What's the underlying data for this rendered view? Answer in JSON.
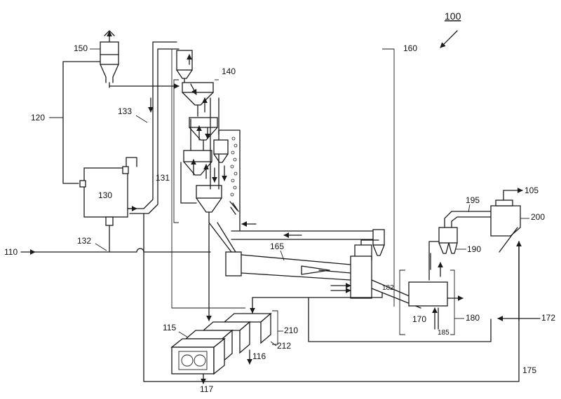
{
  "figure": {
    "ref_main": "100",
    "labels": {
      "l105": "105",
      "l110": "110",
      "l115": "115",
      "l116": "116",
      "l117": "117",
      "l120": "120",
      "l130": "130",
      "l131": "131",
      "l132": "132",
      "l133": "133",
      "l140": "140",
      "l150": "150",
      "l160": "160",
      "l165": "165",
      "l170": "170",
      "l172": "172",
      "l175": "175",
      "l180": "180",
      "l182": "182",
      "l185": "185",
      "l190": "190",
      "l195": "195",
      "l200": "200",
      "l210": "210",
      "l212": "212"
    }
  }
}
